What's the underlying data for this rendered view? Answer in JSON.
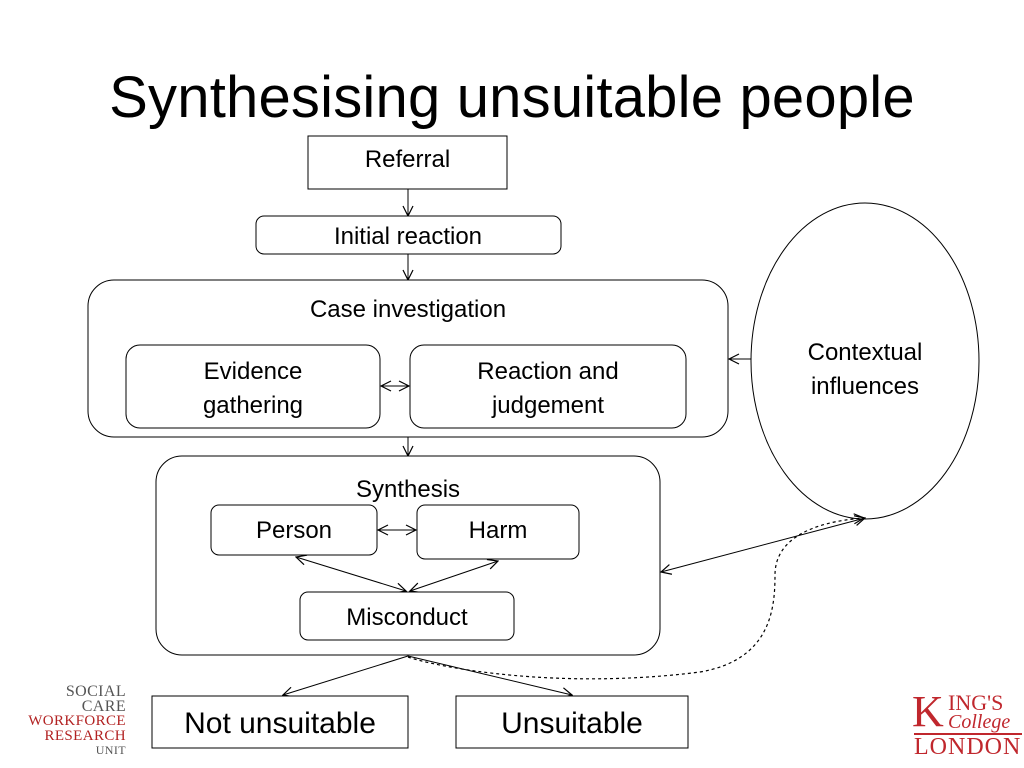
{
  "slide": {
    "title": "Synthesising unsuitable people"
  },
  "diagram": {
    "referral": "Referral",
    "initial_reaction": "Initial reaction",
    "case_investigation": {
      "label": "Case investigation",
      "evidence": [
        "Evidence",
        "gathering"
      ],
      "reaction": [
        "Reaction and",
        "judgement"
      ]
    },
    "contextual": [
      "Contextual",
      "influences"
    ],
    "synthesis": {
      "label": "Synthesis",
      "person": "Person",
      "harm": "Harm",
      "misconduct": "Misconduct"
    },
    "outcomes": {
      "not_unsuitable": "Not unsuitable",
      "unsuitable": "Unsuitable"
    }
  },
  "logos": {
    "scwru": [
      "SOCIAL",
      "CARE",
      "WORKFORCE",
      "RESEARCH",
      "UNIT"
    ],
    "kings": {
      "k": "K",
      "ings": "ING'S",
      "college": "College",
      "london": "LONDON"
    },
    "colors": {
      "kings_red": "#c0272d",
      "scwru_red": "#b22222",
      "scwru_grey": "#555555"
    }
  }
}
